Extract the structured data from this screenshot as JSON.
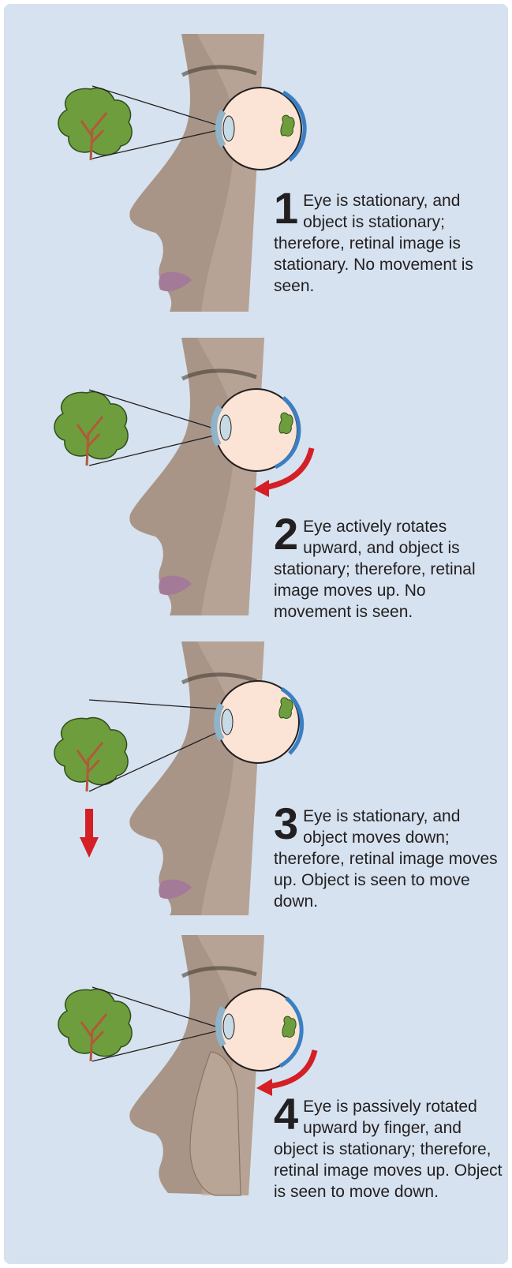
{
  "colors": {
    "background": "#d6e2ef",
    "skin": "#a89587",
    "lips": "#a47a99",
    "tree_foliage": "#6e9d3e",
    "tree_trunk": "#b05a3a",
    "eye_white": "#fbe3d5",
    "retina": "#3a7fc4",
    "arrow": "#d41f26"
  },
  "panels": [
    {
      "number": "1",
      "text": "Eye is stationary, and object is stationary; therefore, retinal image is stationary. No movement is seen.",
      "eye_motion": "none",
      "object_motion": "none"
    },
    {
      "number": "2",
      "text": "Eye actively rotates upward, and object is stationary; therefore, retinal image moves up.  No movement is seen.",
      "eye_motion": "active rotation upward",
      "object_motion": "none"
    },
    {
      "number": "3",
      "text": "Eye is stationary, and object moves down; therefore, retinal image moves up. Object is seen to move down.",
      "eye_motion": "none",
      "object_motion": "down"
    },
    {
      "number": "4",
      "text": "Eye is passively rotated upward by finger, and object is stationary; therefore, retinal image moves up. Object is seen to move down.",
      "eye_motion": "passive rotation upward by finger",
      "object_motion": "none"
    }
  ]
}
